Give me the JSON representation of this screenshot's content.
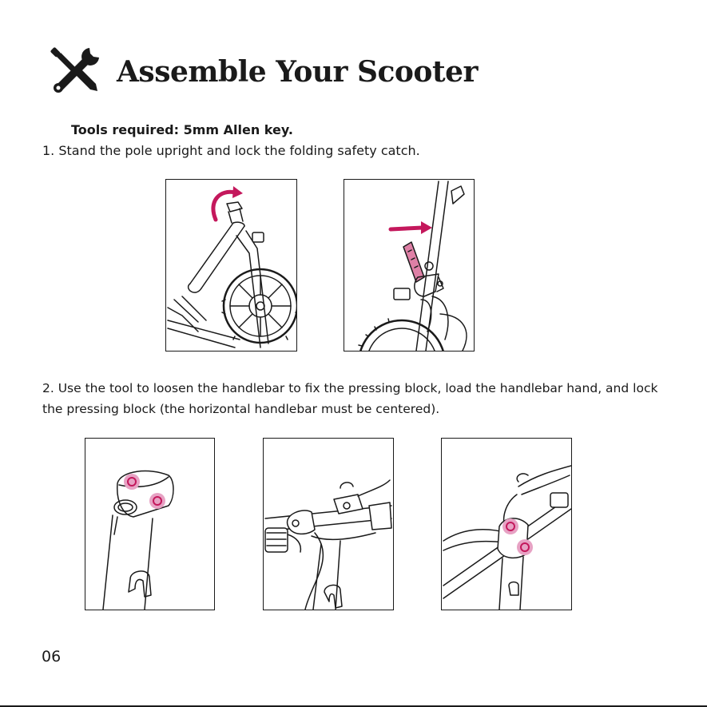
{
  "header": {
    "icon": "wrench-screwdriver-icon",
    "title": "Assemble Your Scooter"
  },
  "tools_required": "Tools required: 5mm Allen key.",
  "steps": [
    {
      "text": "1. Stand the pole upright and lock the folding safety catch."
    },
    {
      "text": "2. Use the tool to loosen the handlebar to fix the pressing block, load the handlebar hand, and lock the pressing block (the horizontal handlebar must be centered)."
    }
  ],
  "illustrations": {
    "step1": [
      "scooter-fold-pole-upright",
      "folding-safety-catch-lock"
    ],
    "step2": [
      "stem-clamp-screws",
      "handlebar-insertion",
      "handlebar-locked-centered"
    ]
  },
  "page_number": "06",
  "colors": {
    "accent": "#c4185c",
    "highlight": "#e7a2c4",
    "ink": "#1a1a1a"
  }
}
